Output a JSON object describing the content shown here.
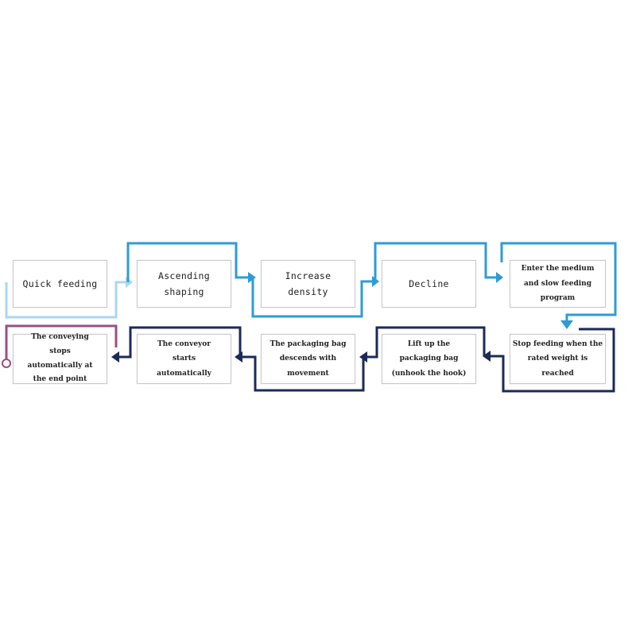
{
  "steps": [
    {
      "id": "quick-feeding",
      "label": "Quick feeding"
    },
    {
      "id": "ascending-shaping",
      "label": "Ascending shaping"
    },
    {
      "id": "increase-density",
      "label": "Increase density"
    },
    {
      "id": "decline",
      "label": "Decline"
    },
    {
      "id": "medium-slow-feeding",
      "label": "Enter the medium and slow feeding program"
    },
    {
      "id": "stop-feeding",
      "label": "Stop feeding when the rated weight is reached"
    },
    {
      "id": "lift-bag",
      "label": "Lift up the packaging bag (unhook the hook)"
    },
    {
      "id": "bag-descends",
      "label": "The packaging bag descends with movement"
    },
    {
      "id": "conveyor-starts",
      "label": "The conveyor starts automatically"
    },
    {
      "id": "conveying-stops",
      "label": "The conveying stops automatically at the end point"
    }
  ],
  "colors": {
    "light_blue": "#a9d7f0",
    "mid_blue": "#2e9bd6",
    "dark_navy": "#1c2a57",
    "purple": "#9a4f86",
    "box_border": "#c9c9cc"
  }
}
